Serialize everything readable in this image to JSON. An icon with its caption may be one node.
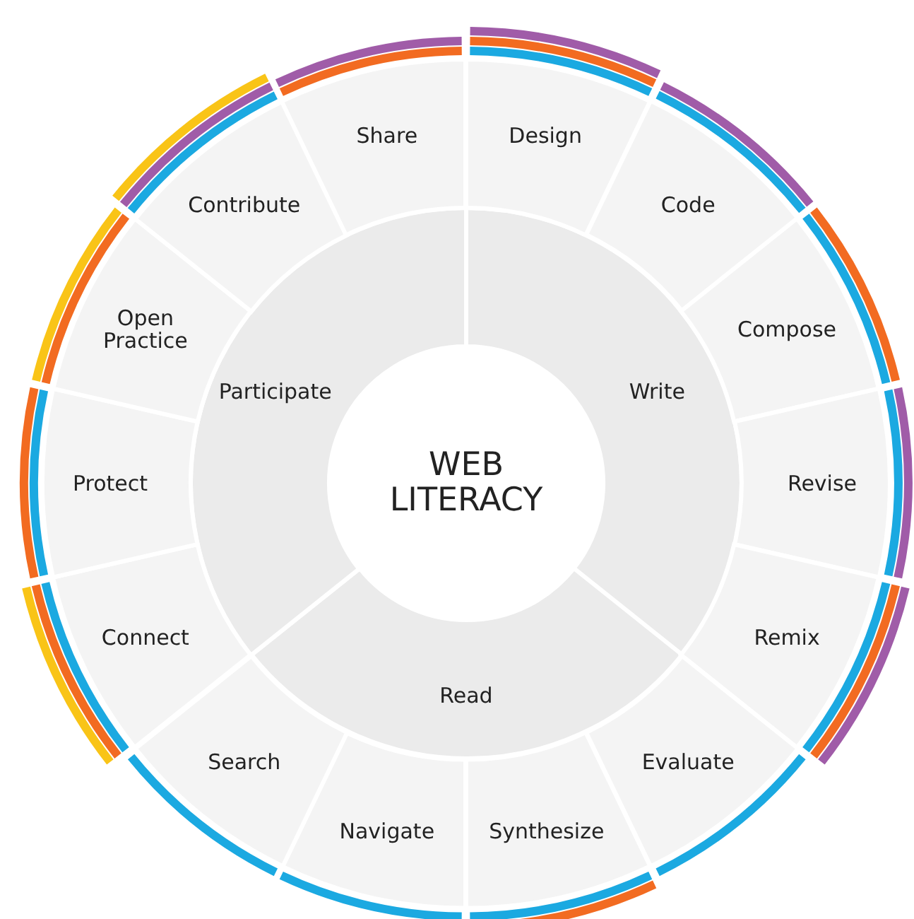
{
  "diagram": {
    "nodes": [
      {
        "text": [
          "WEB LITERACY"
        ]
      },
      {
        "text": [
          "Write"
        ]
      },
      {
        "text": [
          "Read"
        ]
      },
      {
        "text": [
          "Participate"
        ]
      },
      {
        "text": [
          "Design"
        ]
      },
      {
        "text": [
          "Code"
        ]
      },
      {
        "text": [
          "Compose"
        ]
      },
      {
        "text": [
          "Revise"
        ]
      },
      {
        "text": [
          "Remix"
        ]
      },
      {
        "text": [
          "Evaluate"
        ]
      },
      {
        "text": [
          "Synthesize"
        ]
      },
      {
        "text": [
          "Navigate"
        ]
      },
      {
        "text": [
          "Search"
        ]
      },
      {
        "text": [
          "Connect"
        ]
      },
      {
        "text": [
          "Protect"
        ]
      },
      {
        "text": [
          "Open Practice"
        ]
      },
      {
        "text": [
          "Contribute"
        ]
      },
      {
        "text": [
          "Share"
        ]
      }
    ]
  }
}
